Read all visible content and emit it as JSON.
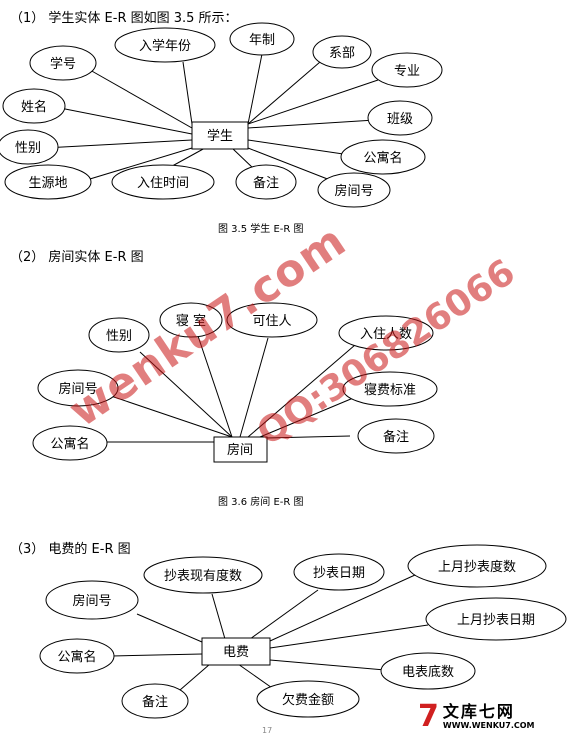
{
  "sections": [
    {
      "heading": "（1） 学生实体 E-R 图如图 3.5 所示：",
      "caption": "图 3.5 学生 E-R 图",
      "entity": "学生",
      "attributes": [
        "入学年份",
        "年制",
        "系部",
        "专业",
        "学号",
        "姓名",
        "班级",
        "性别",
        "公寓名",
        "生源地",
        "入住时间",
        "备注",
        "房间号"
      ]
    },
    {
      "heading": "（2） 房间实体 E-R 图",
      "caption": "图 3.6 房间 E-R 图",
      "entity": "房间",
      "attributes": [
        "性别",
        "寝 室",
        "可住人",
        "入住人数",
        "房间号",
        "寝费标准",
        "公寓名",
        "备注"
      ]
    },
    {
      "heading": "（3） 电费的 E-R 图",
      "caption": "",
      "entity": "电费",
      "attributes": [
        "抄表现有度数",
        "抄表日期",
        "上月抄表度数",
        "房间号",
        "上月抄表日期",
        "公寓名",
        "电表底数",
        "备注",
        "欠费金额"
      ]
    }
  ],
  "watermark": {
    "site": "wenku7.com",
    "qq": "QQ:306826066"
  },
  "logo": {
    "mark": "7",
    "name": "文库七网",
    "url": "WWW.WENKU7.COM"
  },
  "page_number": "17",
  "colors": {
    "line": "#000000",
    "watermark": "#c81414",
    "logo": "#d02020"
  }
}
